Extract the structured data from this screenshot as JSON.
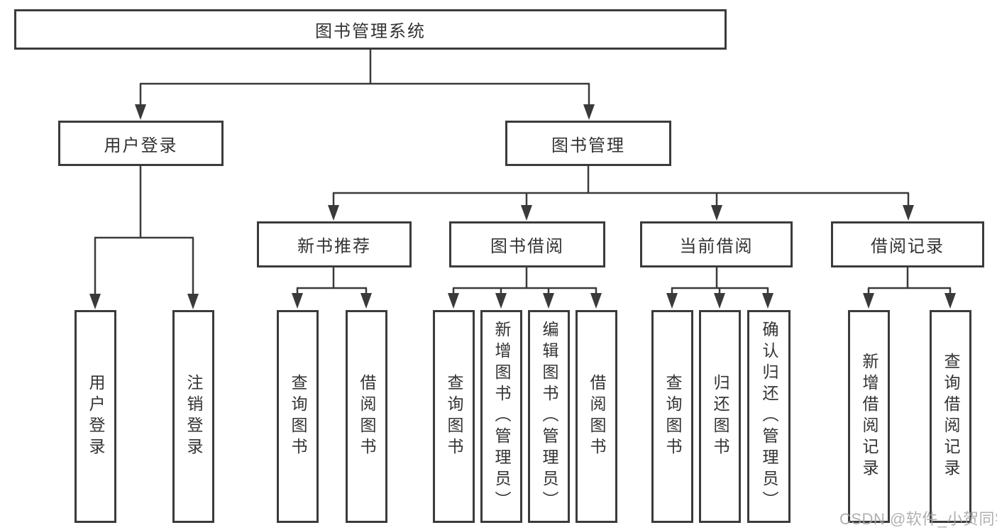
{
  "diagram": {
    "nodes": {
      "root": "图书管理系统",
      "user_login": "用户登录",
      "book_mgmt": "图书管理",
      "new_book_rec": "新书推荐",
      "book_borrow": "图书借阅",
      "current_borrow": "当前借阅",
      "borrow_records": "借阅记录",
      "leaf_user_login": "用户登录",
      "leaf_logout": "注销登录",
      "leaf_rec_query": "查询图书",
      "leaf_rec_borrow": "借阅图书",
      "leaf_bb_query": "查询图书",
      "leaf_bb_add": "新增图书（管理员）",
      "leaf_bb_edit": "编辑图书（管理员）",
      "leaf_bb_borrow": "借阅图书",
      "leaf_cb_query": "查询图书",
      "leaf_cb_return": "归还图书",
      "leaf_cb_confirm": "确认归还（管理员）",
      "leaf_br_add": "新增借阅记录",
      "leaf_br_query": "查询借阅记录"
    },
    "hierarchy": {
      "图书管理系统": {
        "用户登录": [
          "用户登录",
          "注销登录"
        ],
        "图书管理": {
          "新书推荐": [
            "查询图书",
            "借阅图书"
          ],
          "图书借阅": [
            "查询图书",
            "新增图书（管理员）",
            "编辑图书（管理员）",
            "借阅图书"
          ],
          "当前借阅": [
            "查询图书",
            "归还图书",
            "确认归还（管理员）"
          ],
          "借阅记录": [
            "新增借阅记录",
            "查询借阅记录"
          ]
        }
      }
    }
  },
  "watermark": {
    "text": "CSDN @软件_小贺同学"
  },
  "colors": {
    "background": "#ffffff",
    "line": "#3a3a3a",
    "box_border": "#3b3b3b",
    "text": "#333333",
    "watermark": "#a6a6a6"
  }
}
